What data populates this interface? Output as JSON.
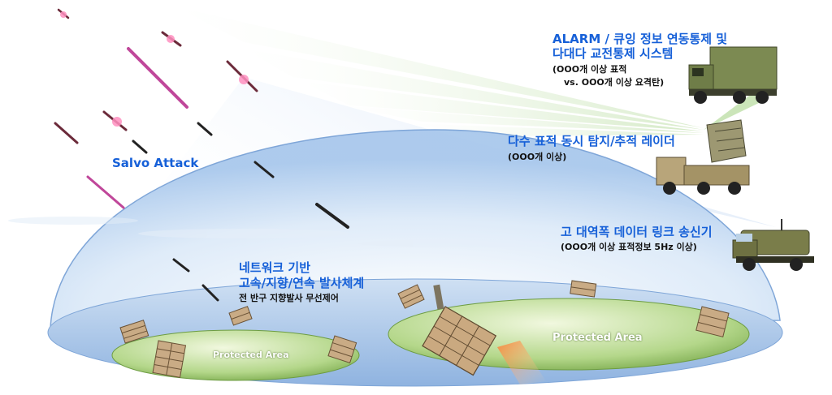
{
  "salvo_label": "Salvo Attack",
  "alarm_system": {
    "title_line1": "ALARM / 큐잉 정보 연동통제 및",
    "title_line2": "다대다 교전통제 시스템",
    "detail_line1": "(OOO개 이상 표적",
    "detail_line2": "vs. OOO개 이상 요격탄)"
  },
  "radar": {
    "title": "다수 표적 동시 탐지/추적 레이더",
    "detail": "(OOO개 이상)"
  },
  "datalink": {
    "title": "고 대역폭 데이터 링크 송신기",
    "detail": "(OOO개 이상 표적정보 5Hz 이상)"
  },
  "launcher": {
    "title_line1": "네트워크 기반",
    "title_line2": "고속/지향/연속 발사체계",
    "detail": "전 반구 지향발사 무선제어"
  },
  "protected_areas": [
    "Protected Area",
    "Protected Area"
  ],
  "colors": {
    "label_blue": "#1660d8",
    "dome": "#a9c8ec",
    "protected_area": "#9cc870",
    "beam": "#b6dc9a",
    "radar_beam": "#cfe0f5"
  }
}
